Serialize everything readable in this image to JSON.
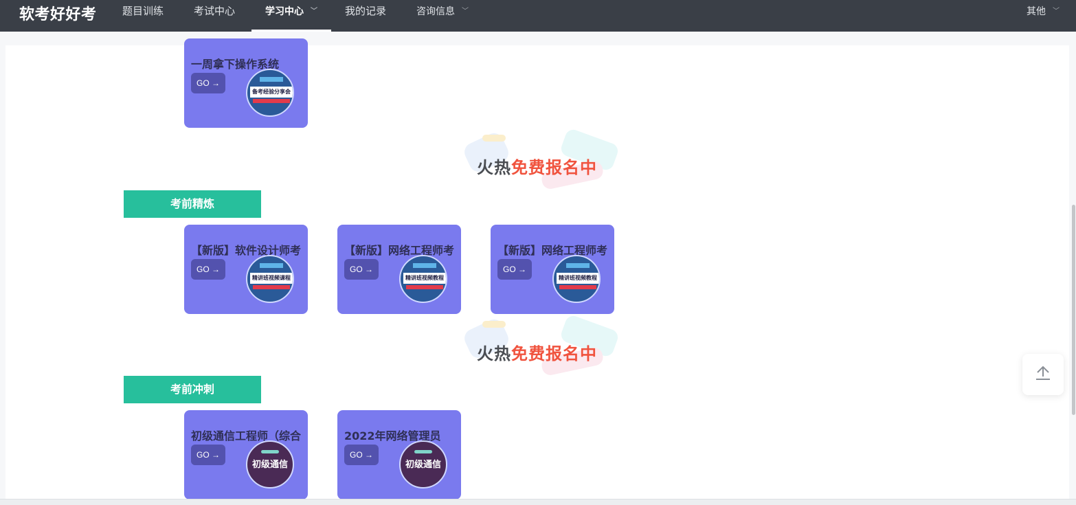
{
  "nav": {
    "brand": "软考好好考",
    "items": [
      {
        "label": "题目训练"
      },
      {
        "label": "考试中心"
      },
      {
        "label": "学习中心"
      },
      {
        "label": "我的记录"
      },
      {
        "label": "咨询信息"
      }
    ],
    "other": "其他",
    "active_index": 2
  },
  "banner": {
    "text_dark": "火热",
    "text_red": "免费报名中"
  },
  "sections": [
    {
      "title": "",
      "cards": [
        {
          "title": "一周拿下操作系统",
          "go": "GO →",
          "thumb": "备考经验分享会"
        }
      ]
    },
    {
      "title": "考前精炼",
      "cards": [
        {
          "title": "【新版】软件设计师考",
          "go": "GO →",
          "thumb": "精讲班视频课程"
        },
        {
          "title": "【新版】网络工程师考",
          "go": "GO →",
          "thumb": "精讲班视频教程"
        },
        {
          "title": "【新版】网络工程师考",
          "go": "GO →",
          "thumb": "精讲班视频教程"
        }
      ]
    },
    {
      "title": "考前冲刺",
      "cards": [
        {
          "title": "初级通信工程师（综合",
          "go": "GO →",
          "thumb": "初级通信"
        },
        {
          "title": "2022年网络管理员",
          "go": "GO →",
          "thumb": "初级通信"
        }
      ]
    }
  ],
  "colors": {
    "nav_bg": "#3a3f47",
    "card_bg": "#7a7aee",
    "section_header": "#27bf9c",
    "banner_red": "#f0533e"
  },
  "icons": [
    "chevron-down-icon",
    "arrow-up-icon"
  ]
}
